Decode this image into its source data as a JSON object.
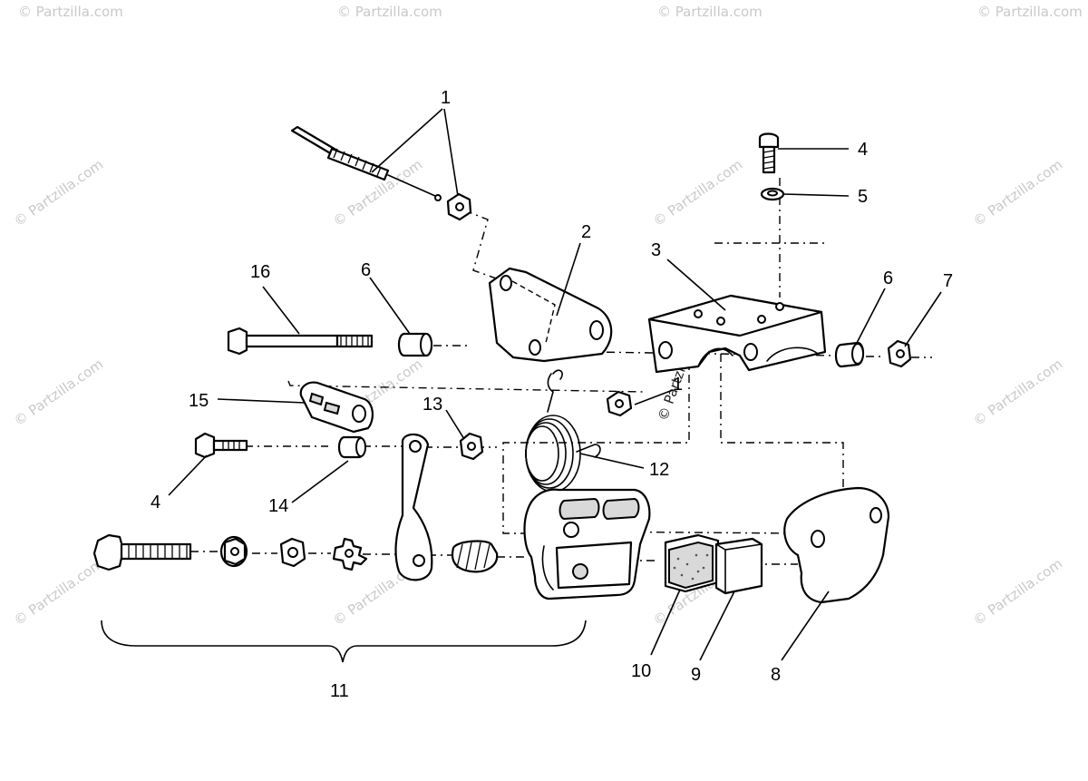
{
  "watermark": "© Partzilla.com",
  "callouts": [
    {
      "id": "c1a",
      "text": "1"
    },
    {
      "id": "c1b",
      "text": "1"
    },
    {
      "id": "c2",
      "text": "2"
    },
    {
      "id": "c3",
      "text": "3"
    },
    {
      "id": "c4a",
      "text": "4"
    },
    {
      "id": "c4b",
      "text": "4"
    },
    {
      "id": "c5",
      "text": "5"
    },
    {
      "id": "c6a",
      "text": "6"
    },
    {
      "id": "c6b",
      "text": "6"
    },
    {
      "id": "c7",
      "text": "7"
    },
    {
      "id": "c8",
      "text": "8"
    },
    {
      "id": "c9",
      "text": "9"
    },
    {
      "id": "c10",
      "text": "10"
    },
    {
      "id": "c11",
      "text": "11"
    },
    {
      "id": "c12",
      "text": "12"
    },
    {
      "id": "c13",
      "text": "13"
    },
    {
      "id": "c14",
      "text": "14"
    },
    {
      "id": "c15",
      "text": "15"
    },
    {
      "id": "c16",
      "text": "16"
    }
  ]
}
